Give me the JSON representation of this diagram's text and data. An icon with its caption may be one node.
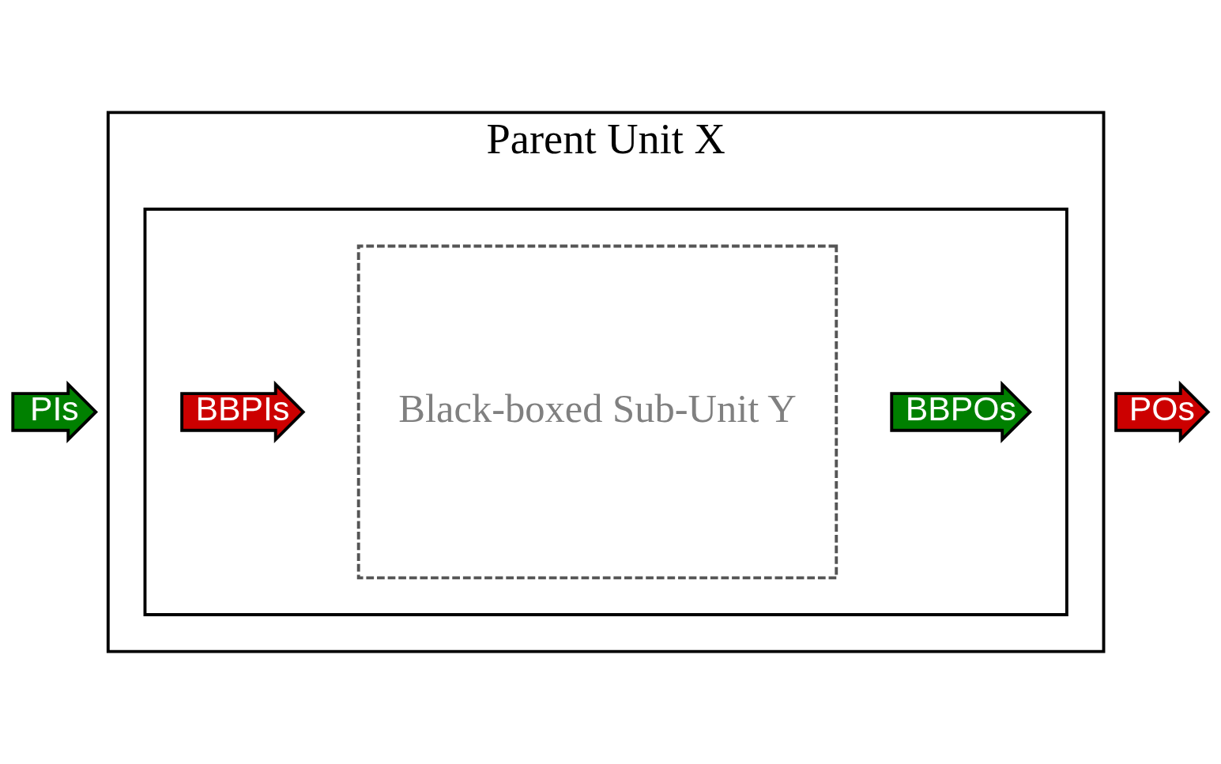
{
  "diagram": {
    "nodes": [
      {
        "text": [
          "Parent Unit X"
        ]
      },
      {
        "text": [],
        "shape": "box",
        "in": 0
      },
      {
        "text": [
          "Black-boxed Sub-Unit Y"
        ],
        "in": 1
      },
      {
        "text": [
          "PIs"
        ]
      },
      {
        "text": [
          "BBPIs"
        ],
        "in": 1
      },
      {
        "text": [
          "BBPOs"
        ],
        "in": 1
      },
      {
        "text": [
          "POs"
        ]
      }
    ],
    "edges": []
  }
}
